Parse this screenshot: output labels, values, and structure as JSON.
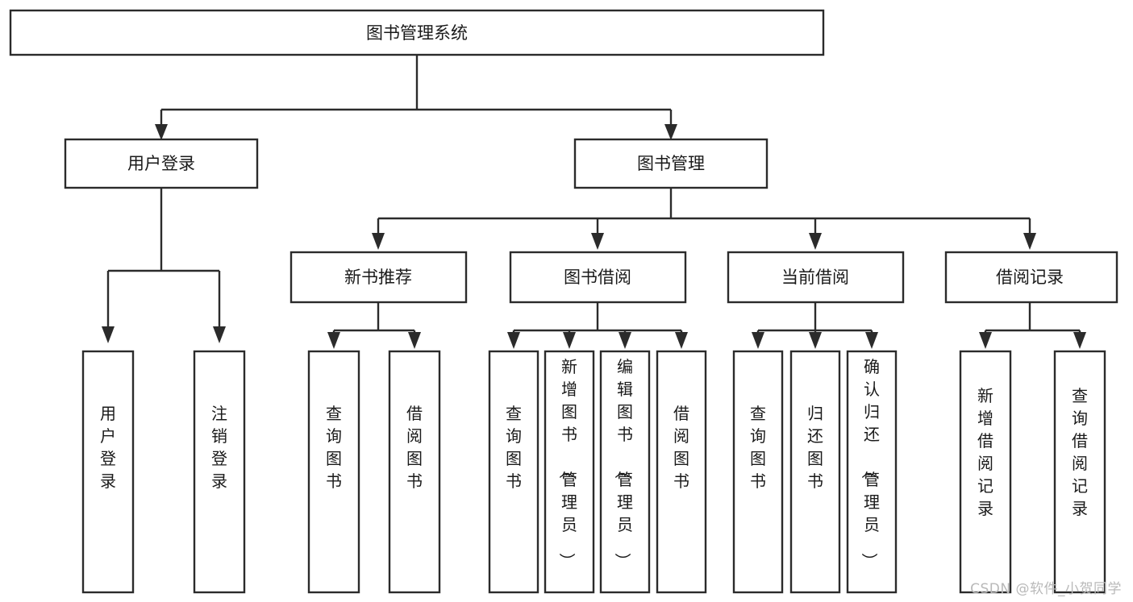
{
  "diagram": {
    "title": "图书管理系统",
    "type": "hierarchy-tree",
    "watermark": "CSDN @软件_小贺同学",
    "colors": {
      "stroke": "#2b2b2b",
      "box_fill": "#ffffff",
      "text": "#1a1a1a",
      "background": "#ffffff",
      "watermark": "#b9b9b9"
    },
    "levels": [
      {
        "level": 0,
        "nodes": [
          {
            "id": "root",
            "label": "图书管理系统",
            "orientation": "horizontal"
          }
        ]
      },
      {
        "level": 1,
        "nodes": [
          {
            "id": "user-login",
            "label": "用户登录",
            "orientation": "horizontal",
            "parent": "root"
          },
          {
            "id": "book-manage",
            "label": "图书管理",
            "orientation": "horizontal",
            "parent": "root"
          }
        ]
      },
      {
        "level": 2,
        "nodes": [
          {
            "id": "new-book-rec",
            "label": "新书推荐",
            "orientation": "horizontal",
            "parent": "book-manage"
          },
          {
            "id": "book-borrow",
            "label": "图书借阅",
            "orientation": "horizontal",
            "parent": "book-manage"
          },
          {
            "id": "current-borrow",
            "label": "当前借阅",
            "orientation": "horizontal",
            "parent": "book-manage"
          },
          {
            "id": "borrow-record",
            "label": "借阅记录",
            "orientation": "horizontal",
            "parent": "book-manage"
          }
        ]
      },
      {
        "level": 3,
        "nodes": [
          {
            "id": "leaf-user-login",
            "label": "用户登录",
            "orientation": "vertical",
            "parent": "user-login"
          },
          {
            "id": "leaf-logout",
            "label": "注销登录",
            "orientation": "vertical",
            "parent": "user-login"
          },
          {
            "id": "leaf-query-book-1",
            "label": "查询图书",
            "orientation": "vertical",
            "parent": "new-book-rec"
          },
          {
            "id": "leaf-borrow-book-1",
            "label": "借阅图书",
            "orientation": "vertical",
            "parent": "new-book-rec"
          },
          {
            "id": "leaf-query-book-2",
            "label": "查询图书",
            "orientation": "vertical",
            "parent": "book-borrow"
          },
          {
            "id": "leaf-add-book",
            "label": "新增图书（管理员）",
            "orientation": "vertical",
            "parent": "book-borrow"
          },
          {
            "id": "leaf-edit-book",
            "label": "编辑图书（管理员）",
            "orientation": "vertical",
            "parent": "book-borrow"
          },
          {
            "id": "leaf-borrow-book-2",
            "label": "借阅图书",
            "orientation": "vertical",
            "parent": "book-borrow"
          },
          {
            "id": "leaf-query-book-3",
            "label": "查询图书",
            "orientation": "vertical",
            "parent": "current-borrow"
          },
          {
            "id": "leaf-return-book",
            "label": "归还图书",
            "orientation": "vertical",
            "parent": "current-borrow"
          },
          {
            "id": "leaf-confirm-return",
            "label": "确认归还（管理员）",
            "orientation": "vertical",
            "parent": "current-borrow"
          },
          {
            "id": "leaf-add-record",
            "label": "新增借阅记录",
            "orientation": "vertical",
            "parent": "borrow-record"
          },
          {
            "id": "leaf-query-record",
            "label": "查询借阅记录",
            "orientation": "vertical",
            "parent": "borrow-record"
          }
        ]
      }
    ]
  }
}
